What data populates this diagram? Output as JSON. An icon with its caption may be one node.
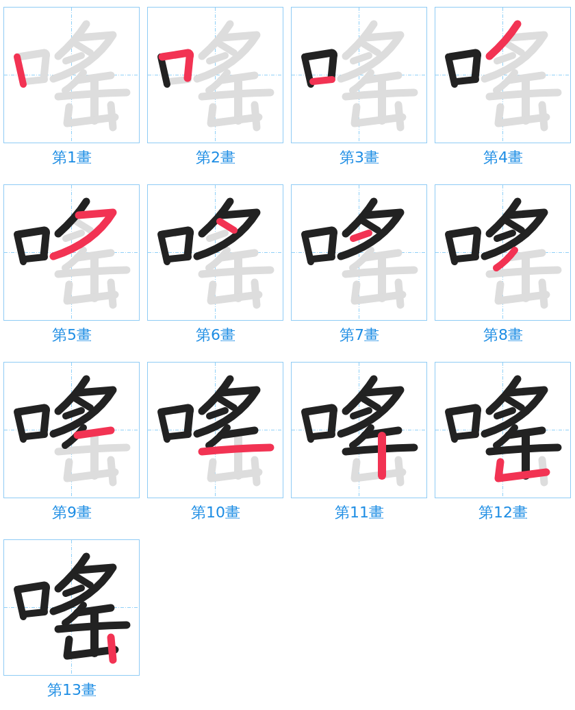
{
  "diagram": {
    "nodes": [
      {
        "text": [],
        "shape": "picture",
        "beside": [
          "第1畫"
        ]
      },
      {
        "text": [],
        "shape": "picture",
        "beside": [
          "第2畫"
        ]
      },
      {
        "text": [],
        "shape": "picture",
        "beside": [
          "第3畫"
        ]
      },
      {
        "text": [],
        "shape": "picture",
        "beside": [
          "第4畫"
        ]
      },
      {
        "text": [],
        "shape": "picture",
        "beside": [
          "第5畫"
        ]
      },
      {
        "text": [],
        "shape": "picture",
        "beside": [
          "第6畫"
        ]
      },
      {
        "text": [],
        "shape": "picture",
        "beside": [
          "第7畫"
        ]
      },
      {
        "text": [],
        "shape": "picture",
        "beside": [
          "第8畫"
        ]
      },
      {
        "text": [],
        "shape": "picture",
        "beside": [
          "第9畫"
        ]
      },
      {
        "text": [],
        "shape": "picture",
        "beside": [
          "第10畫"
        ]
      },
      {
        "text": [],
        "shape": "picture",
        "beside": [
          "第11畫"
        ]
      },
      {
        "text": [],
        "shape": "picture",
        "beside": [
          "第12畫"
        ]
      },
      {
        "text": [],
        "shape": "picture",
        "beside": [
          "第13畫"
        ]
      }
    ]
  }
}
